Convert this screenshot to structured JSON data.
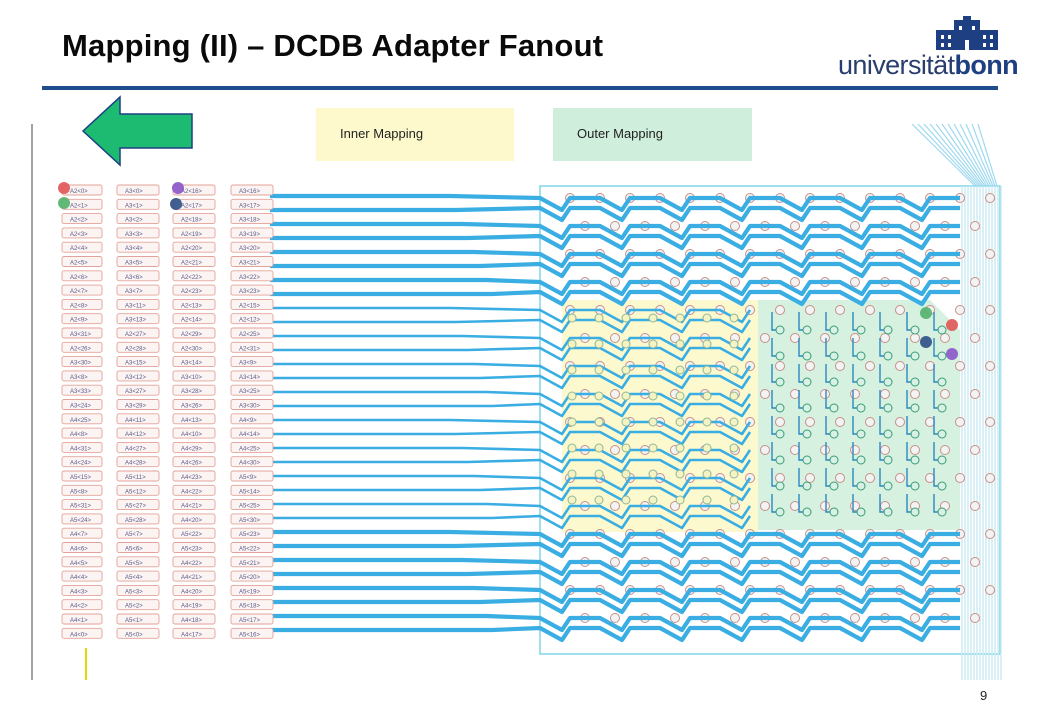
{
  "slide": {
    "title": "Mapping (II) – DCDB Adapter Fanout",
    "page_number": "9"
  },
  "logo": {
    "text_regular": "universität",
    "text_bold": "bonn",
    "mark_icon": "university-building-icon"
  },
  "legend": {
    "inner_label": "Inner Mapping",
    "outer_label": "Outer Mapping"
  },
  "colors": {
    "title_rule": "#1f4e8c",
    "trace": "#3aaee3",
    "inner_region": "#fdf9cc",
    "outer_region": "#cfeedb",
    "arrow": "#1dbb72",
    "connector_outline": "#e3a299",
    "grid_line": "#c9ebf3"
  },
  "board": {
    "nav_arrow_icon": "left-arrow-icon",
    "pad_columns": [
      [
        "A2<0>",
        "A2<1>",
        "A2<2>",
        "A2<3>",
        "A2<4>",
        "A2<5>",
        "A2<6>",
        "A2<7>",
        "A2<8>",
        "A2<9>",
        "A3<31>",
        "A2<26>",
        "A3<30>",
        "A3<8>",
        "A3<33>",
        "A3<24>",
        "A4<25>",
        "A4<8>",
        "A4<31>",
        "A4<24>",
        "A5<15>",
        "A5<8>",
        "A5<31>",
        "A5<24>",
        "A4<7>",
        "A4<6>",
        "A4<5>",
        "A4<4>",
        "A4<3>",
        "A4<2>",
        "A4<1>",
        "A4<0>"
      ],
      [
        "A3<0>",
        "A3<1>",
        "A3<2>",
        "A3<3>",
        "A3<4>",
        "A3<5>",
        "A3<6>",
        "A3<7>",
        "A3<11>",
        "A3<13>",
        "A2<27>",
        "A2<28>",
        "A3<15>",
        "A3<12>",
        "A3<27>",
        "A3<29>",
        "A4<11>",
        "A4<12>",
        "A4<27>",
        "A4<28>",
        "A5<11>",
        "A5<12>",
        "A5<27>",
        "A5<28>",
        "A5<7>",
        "A5<6>",
        "A5<5>",
        "A5<4>",
        "A5<3>",
        "A5<2>",
        "A5<1>",
        "A5<0>"
      ],
      [
        "A2<16>",
        "A2<17>",
        "A2<18>",
        "A2<19>",
        "A2<20>",
        "A2<21>",
        "A2<22>",
        "A2<23>",
        "A2<13>",
        "A2<14>",
        "A2<29>",
        "A2<30>",
        "A3<14>",
        "A3<10>",
        "A3<28>",
        "A3<26>",
        "A4<13>",
        "A4<10>",
        "A4<29>",
        "A4<26>",
        "A4<23>",
        "A4<22>",
        "A4<21>",
        "A4<20>",
        "A5<22>",
        "A5<23>",
        "A4<22>",
        "A4<21>",
        "A4<20>",
        "A4<19>",
        "A4<18>",
        "A4<17>"
      ],
      [
        "A3<16>",
        "A3<17>",
        "A3<18>",
        "A3<19>",
        "A3<20>",
        "A3<21>",
        "A3<22>",
        "A3<23>",
        "A2<15>",
        "A2<12>",
        "A2<25>",
        "A2<31>",
        "A3<9>",
        "A3<14>",
        "A3<25>",
        "A3<30>",
        "A4<9>",
        "A4<14>",
        "A4<25>",
        "A4<30>",
        "A5<9>",
        "A5<14>",
        "A5<25>",
        "A5<30>",
        "A5<23>",
        "A5<22>",
        "A5<21>",
        "A5<20>",
        "A5<19>",
        "A5<18>",
        "A5<17>",
        "A5<16>"
      ]
    ]
  }
}
